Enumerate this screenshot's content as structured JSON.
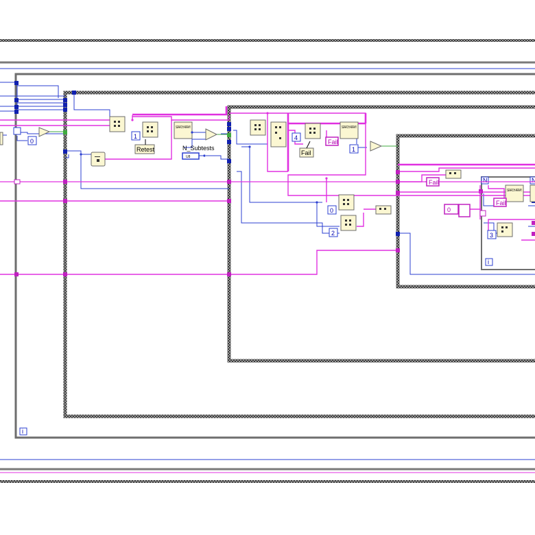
{
  "diagram": {
    "constants": {
      "c0_left": "0",
      "c1_top": "1",
      "c4": "4",
      "c1_mid": "1",
      "c0_mid": "0",
      "c2_mid": "2",
      "c0_right": "0",
      "c3_right": "3"
    },
    "labels": {
      "retest": "Retest",
      "fail_1": "Fail",
      "fail_2": "Fail",
      "fail_3": "Fail",
      "fail_4": "Fail",
      "n_subtests": "N_Subtests",
      "u8_type": "U8",
      "search_array_1": "SEARCH ARRAY",
      "search_array_2": "SEARCH ARRAY",
      "search_array_3": "SEARCH ARRAY",
      "loop_index_outer": "i",
      "loop_index_inner": "i",
      "loop_count": "N"
    },
    "colors": {
      "wire_blue": "#2b3fd0",
      "wire_pink": "#e030e0",
      "wire_green": "#3faa3f",
      "frame_gray": "#7a7a7a",
      "node_fill": "#fbf7d2",
      "terminal_blue": "#1020b0",
      "terminal_pink": "#c020c0"
    }
  }
}
